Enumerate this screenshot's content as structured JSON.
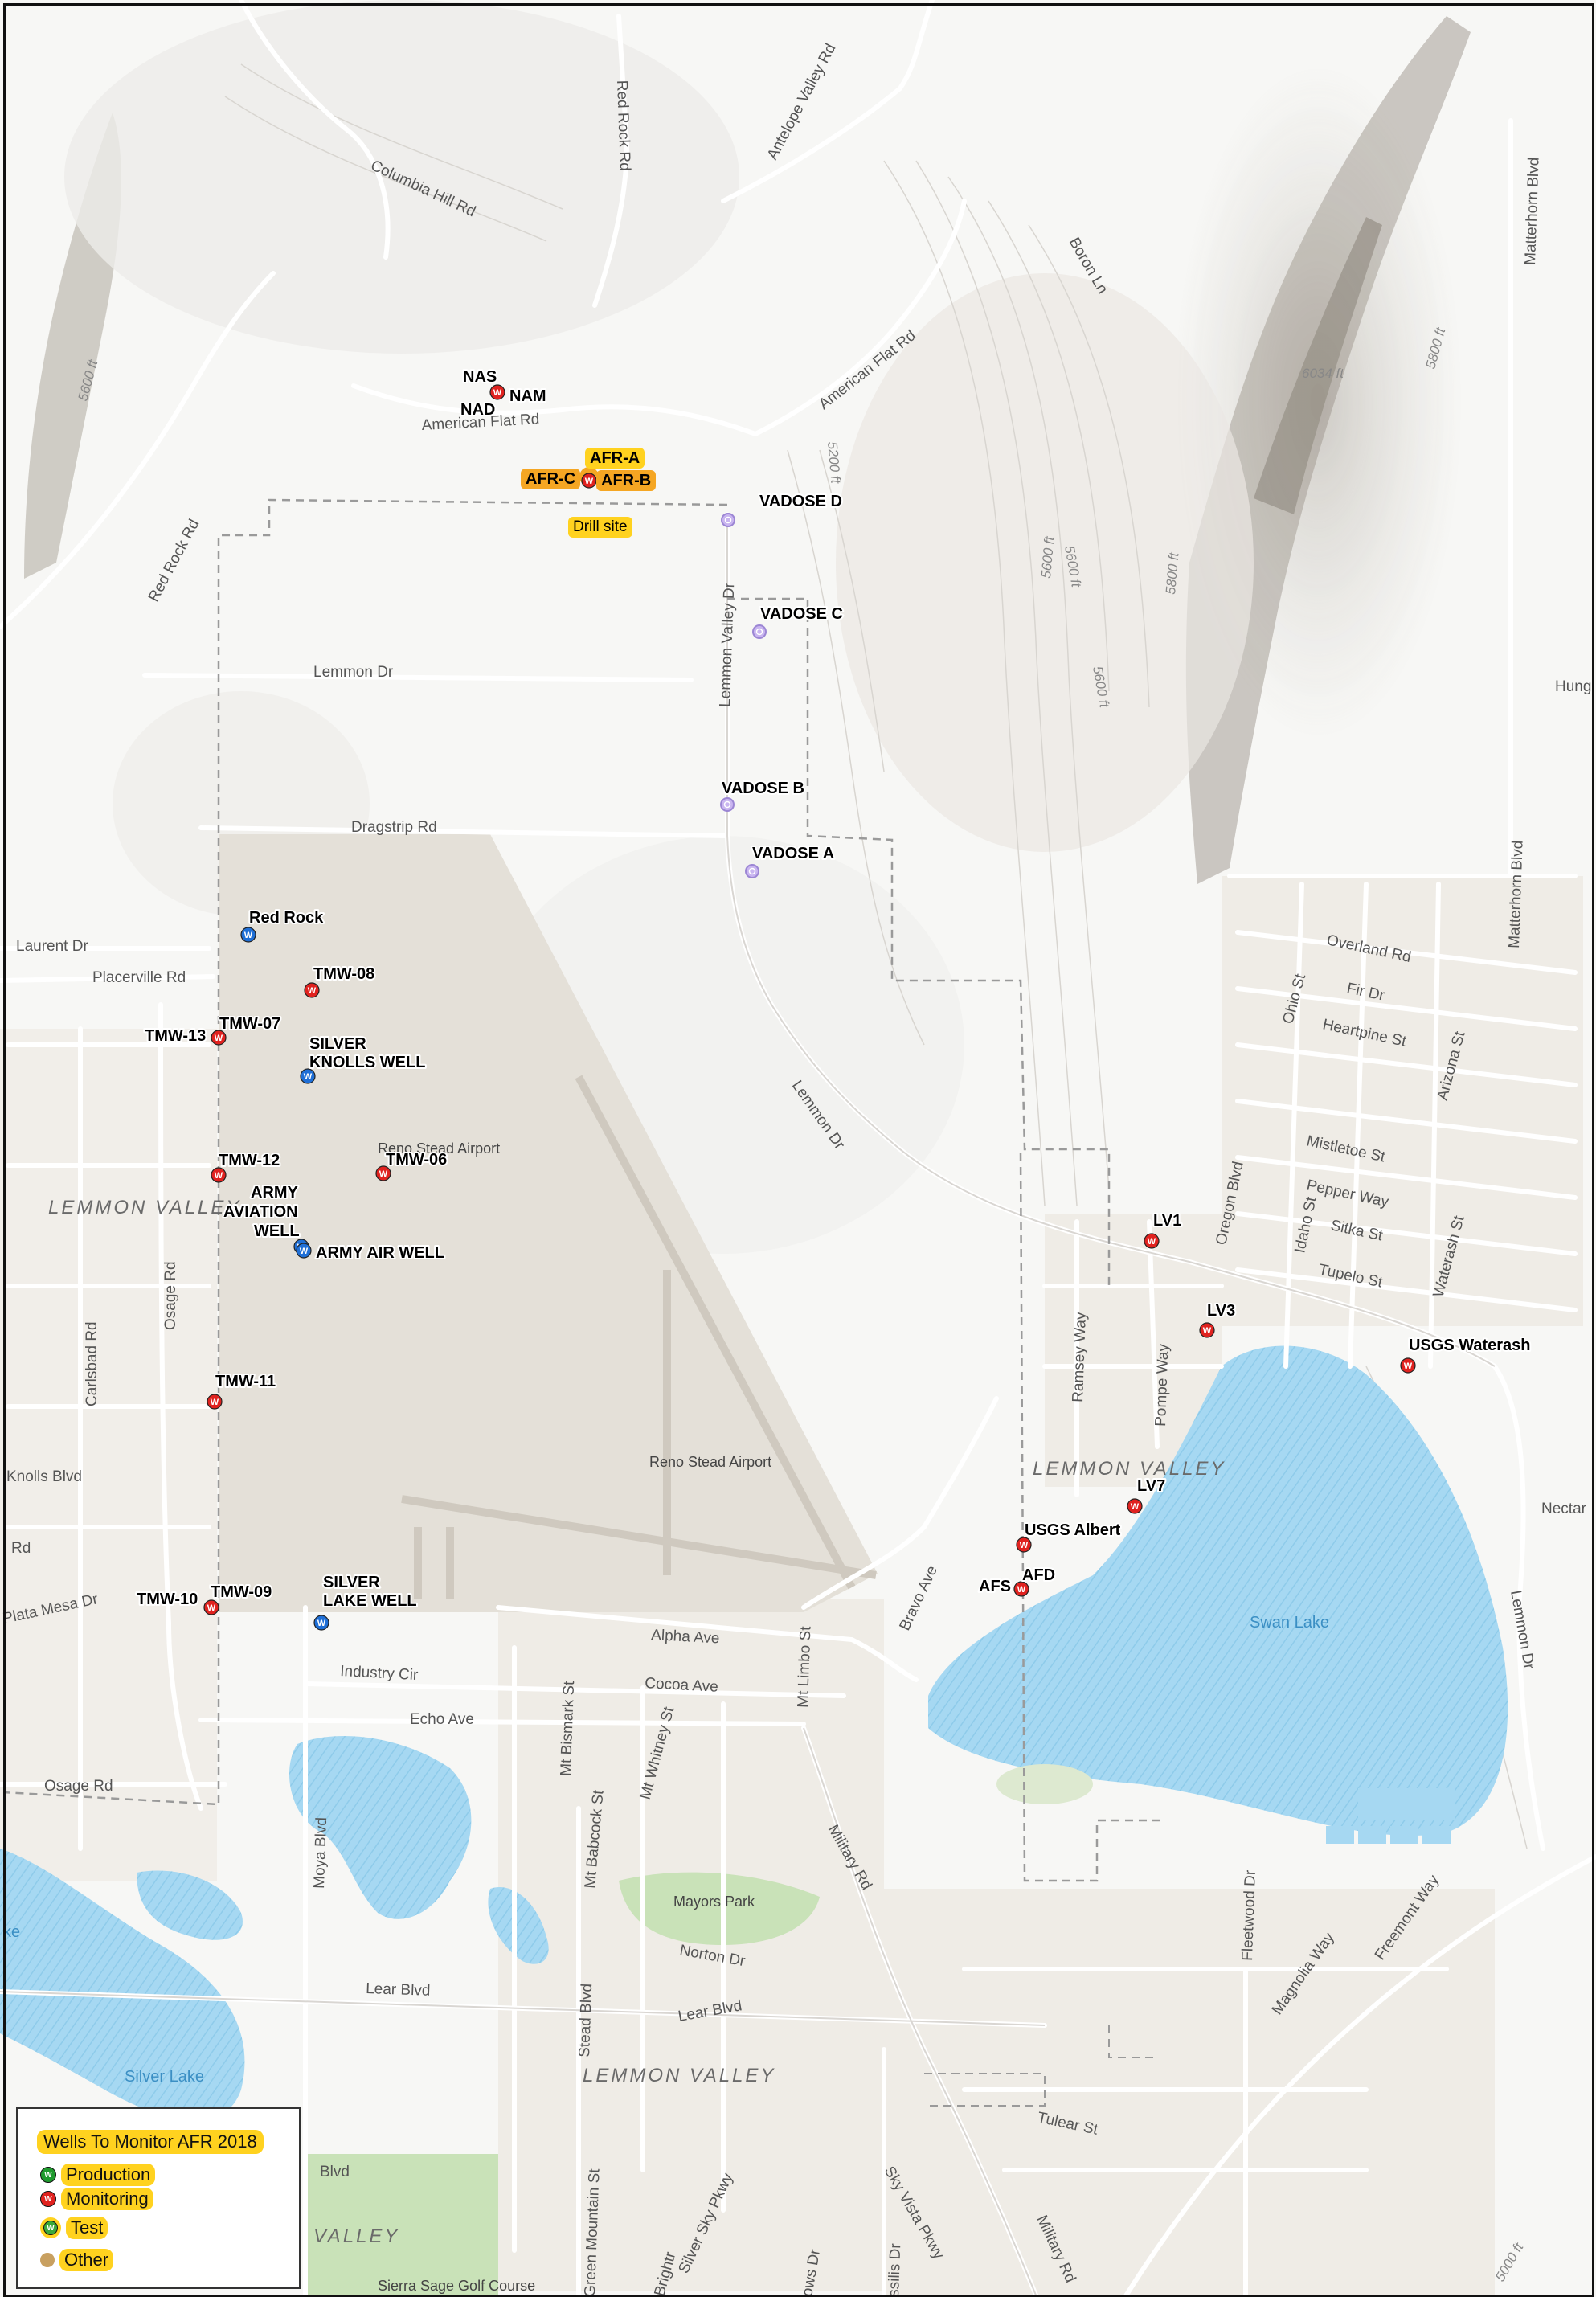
{
  "map": {
    "streets": [
      "Red Rock Rd",
      "Columbia Hill Rd",
      "Antelope Valley Rd",
      "American Flat Rd",
      "American Flat Rd",
      "Boron Ln",
      "Matterhorn Blvd",
      "Matterhorn Blvd",
      "Red Rock Rd",
      "Lemmon Dr",
      "Lemmon Valley Dr",
      "Dragstrip Rd",
      "Laurent Dr",
      "Placerville Rd",
      "Overland Rd",
      "Fir Dr",
      "Heartpine St",
      "Ohio St",
      "Arizona St",
      "Lemmon Dr",
      "Mistletoe St",
      "Pepper Way",
      "Sitka St",
      "Idaho St",
      "Tupelo St",
      "Waterash St",
      "Oregon Blvd",
      "Ramsey Way",
      "Pompe Way",
      "Osage Rd",
      "Carlsbad Rd",
      "Knolls Blvd",
      "Rd",
      "Plata Mesa Dr",
      "Alpha Ave",
      "Industry Cir",
      "Cocoa Ave",
      "Echo Ave",
      "Mt Limbo St",
      "Bravo Ave",
      "Osage Rd",
      "Moya Blvd",
      "Mt Bismark St",
      "Mt Babcock St",
      "Mt Whitney St",
      "Military Rd",
      "Norton Dr",
      "Lear Blvd",
      "Lear Blvd",
      "Stead Blvd",
      "Fleetwood Dr",
      "Magnolia Way",
      "Freemont Way",
      "Tulear St",
      "Green Mountain St",
      "Silver Sky Pkwy",
      "Sky Vista Pkwy",
      "Military Rd",
      "Lemmon Dr",
      "Nectar",
      "Hung",
      "Blvd",
      "Brightr",
      "ows Dr",
      "ssilis Dr"
    ],
    "areas": [
      "LEMMON VALLEY",
      "LEMMON VALLEY",
      "LEMMON VALLEY",
      "VALLEY"
    ],
    "elevations": [
      "5600 ft",
      "6034 ft",
      "5800 ft",
      "5200 ft",
      "5600 ft",
      "5800 ft",
      "5600 ft",
      "5600 ft",
      "5000 ft"
    ],
    "water": [
      "Swan Lake",
      "Silver Lake",
      "ke"
    ],
    "poi": [
      "Reno Stead Airport",
      "Reno Stead Airport",
      "Mayors Park",
      "Sierra Sage Golf Course"
    ]
  },
  "wells": [
    {
      "label": "NAS",
      "type": "Monitoring"
    },
    {
      "label": "NAM",
      "type": "Monitoring"
    },
    {
      "label": "NAD",
      "type": "Monitoring"
    },
    {
      "label": "AFR-A",
      "type": "Monitoring"
    },
    {
      "label": "AFR-C",
      "type": "Monitoring"
    },
    {
      "label": "AFR-B",
      "type": "Monitoring"
    },
    {
      "label": "Drill site",
      "type": "Other"
    },
    {
      "label": "VADOSE D",
      "type": "Other"
    },
    {
      "label": "VADOSE C",
      "type": "Other"
    },
    {
      "label": "VADOSE B",
      "type": "Other"
    },
    {
      "label": "VADOSE A",
      "type": "Other"
    },
    {
      "label": "Red Rock",
      "type": "Production"
    },
    {
      "label": "TMW-08",
      "type": "Monitoring"
    },
    {
      "label": "TMW-07",
      "type": "Monitoring"
    },
    {
      "label": "TMW-13",
      "type": "Monitoring"
    },
    {
      "label": "SILVER",
      "type": "Production"
    },
    {
      "label": "KNOLLS WELL",
      "type": "Production"
    },
    {
      "label": "TMW-12",
      "type": "Monitoring"
    },
    {
      "label": "TMW-06",
      "type": "Monitoring"
    },
    {
      "label": "ARMY",
      "type": "Production"
    },
    {
      "label": "AVIATION",
      "type": "Production"
    },
    {
      "label": "WELL",
      "type": "Production"
    },
    {
      "label": "ARMY AIR WELL",
      "type": "Production"
    },
    {
      "label": "TMW-11",
      "type": "Monitoring"
    },
    {
      "label": "TMW-10",
      "type": "Monitoring"
    },
    {
      "label": "TMW-09",
      "type": "Monitoring"
    },
    {
      "label": "SILVER",
      "type": "Production"
    },
    {
      "label": "LAKE WELL",
      "type": "Production"
    },
    {
      "label": "LV1",
      "type": "Monitoring"
    },
    {
      "label": "LV3",
      "type": "Monitoring"
    },
    {
      "label": "USGS Waterash",
      "type": "Monitoring"
    },
    {
      "label": "LV7",
      "type": "Monitoring"
    },
    {
      "label": "USGS Albert",
      "type": "Monitoring"
    },
    {
      "label": "AFS",
      "type": "Monitoring"
    },
    {
      "label": "AFD",
      "type": "Monitoring"
    }
  ],
  "legend": {
    "title": "Wells To Monitor AFR 2018",
    "items": [
      {
        "label": "Production",
        "color": "#1f9a2e",
        "glyph": "W"
      },
      {
        "label": "Monitoring",
        "color": "#e0221f",
        "glyph": "W"
      },
      {
        "label": "Test",
        "color": "#3aa83a",
        "glyph": "W"
      },
      {
        "label": "Other",
        "color": "#c8a060",
        "glyph": ""
      }
    ]
  },
  "colors": {
    "monitoring": "#e0221f",
    "production": "#1f6fd6",
    "other": "#c9b5f0",
    "highlight_yellow": "#ffd21f",
    "highlight_orange": "#f5a623",
    "water": "#a6d8f2",
    "airport": "#e4e0d8",
    "park": "#c9e2b8"
  }
}
